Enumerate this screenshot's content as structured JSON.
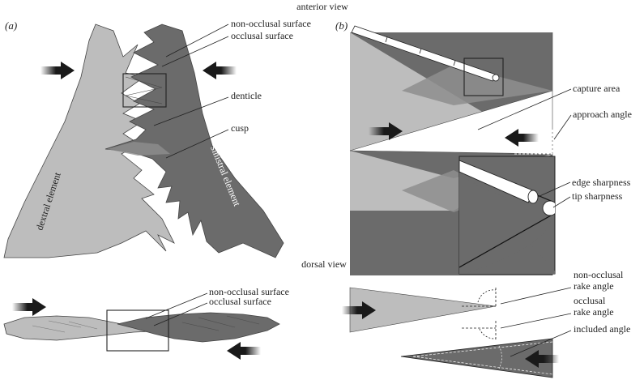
{
  "views": {
    "anterior": "anterior view",
    "dorsal": "dorsal view"
  },
  "panels": {
    "a": "(a)",
    "b": "(b)"
  },
  "panel_a_anterior": {
    "non_occlusal_surface": "non-occlusal surface",
    "occlusal_surface": "occlusal surface",
    "denticle": "denticle",
    "cusp": "cusp",
    "dextral_element": "dextral element",
    "sinistral_element": "sinistral element"
  },
  "panel_a_dorsal": {
    "non_occlusal_surface": "non-occlusal surface",
    "occlusal_surface": "occlusal surface"
  },
  "panel_b_anterior": {
    "capture_area": "capture area",
    "approach_angle": "approach angle",
    "edge_sharpness": "edge sharpness",
    "tip_sharpness": "tip sharpness"
  },
  "panel_b_dorsal": {
    "non_occlusal_rake_angle_1": "non-occlusal",
    "non_occlusal_rake_angle_2": "rake angle",
    "occlusal_rake_angle_1": "occlusal",
    "occlusal_rake_angle_2": "rake angle",
    "included_angle": "included angle"
  },
  "colors": {
    "light_element": "#bdbdbd",
    "dark_element": "#6b6b6b",
    "overlap": "#8e8e8e",
    "arrow": "#1a1a1a"
  }
}
